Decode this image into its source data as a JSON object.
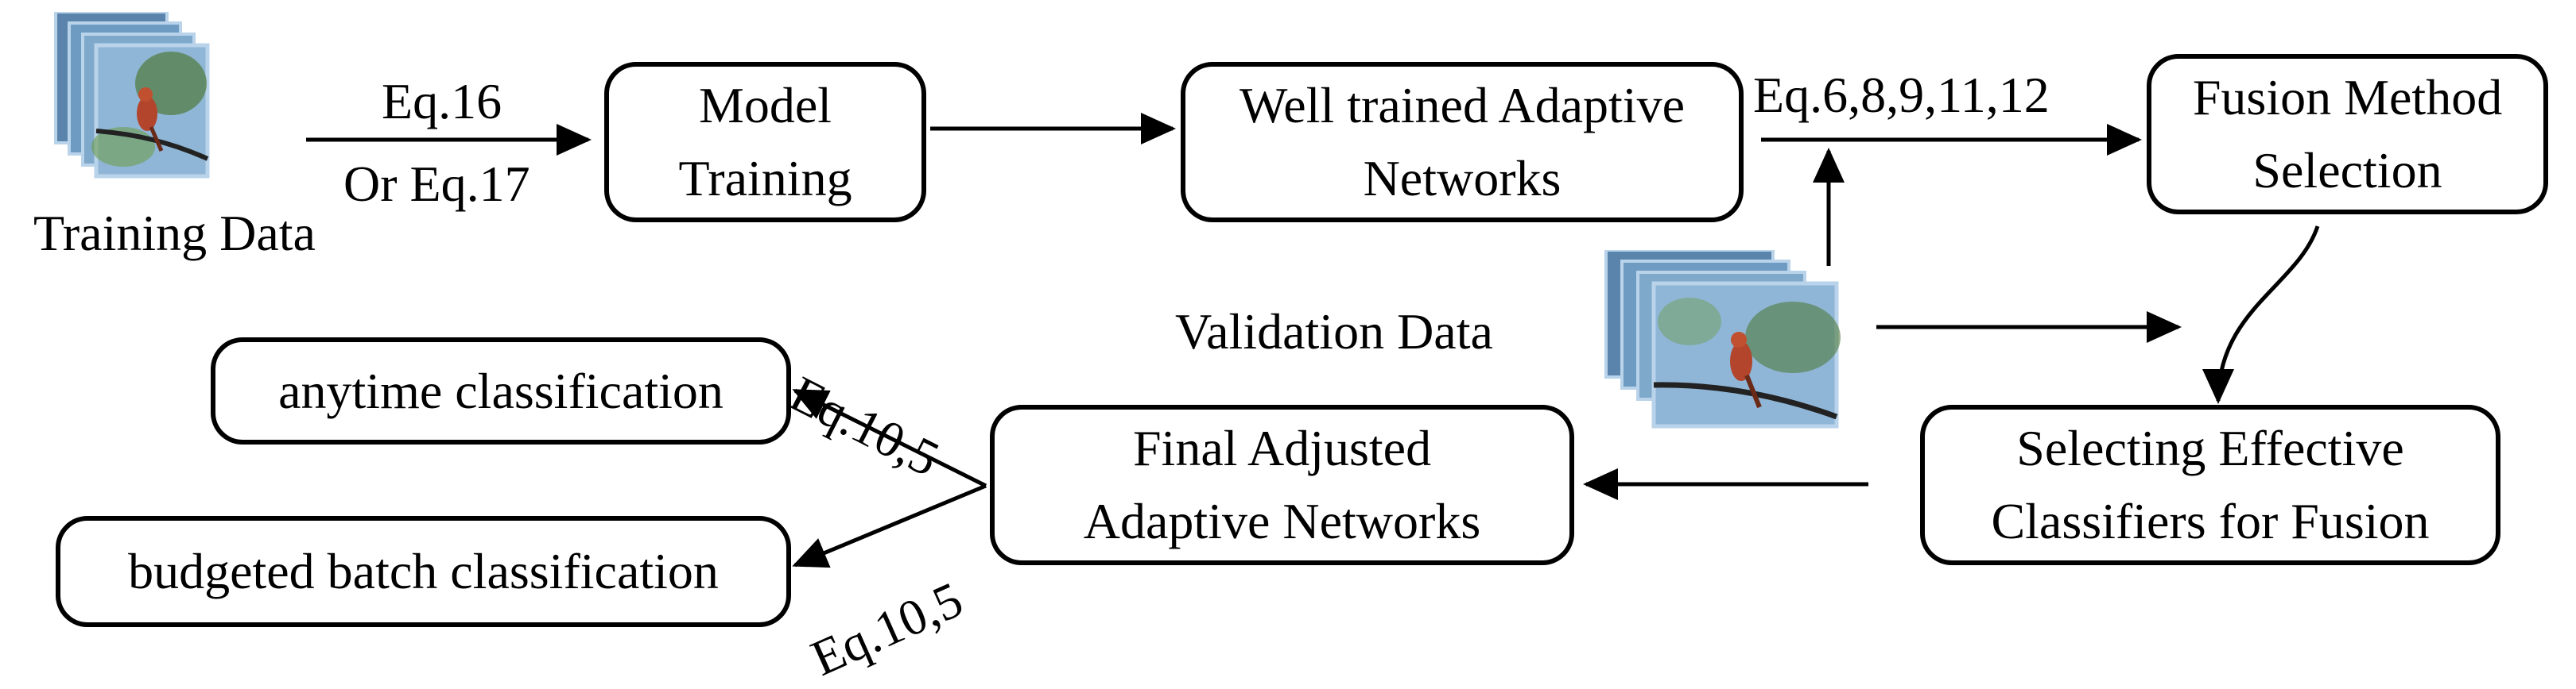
{
  "labels": {
    "training_data": "Training Data",
    "eq16": "Eq.16",
    "or_eq17": "Or Eq.17",
    "eq_list": "Eq.6,8,9,11,12",
    "validation_data": "Validation Data",
    "eq10_5_top": "Eq.10,5",
    "eq10_5_bottom": "Eq.10,5"
  },
  "boxes": {
    "model_training": [
      "Model",
      "Training"
    ],
    "well_trained": [
      "Well trained Adaptive",
      "Networks"
    ],
    "fusion_method": [
      "Fusion Method",
      "Selection"
    ],
    "selecting_effective": [
      "Selecting Effective",
      "Classifiers for Fusion"
    ],
    "final_adjusted": [
      "Final Adjusted",
      "Adaptive Networks"
    ],
    "anytime": "anytime classification",
    "budgeted": "budgeted batch classification"
  },
  "colors": {
    "stroke": "#000000",
    "thumb_border": "#b9d3ea",
    "thumb_sky": "#7da7c9",
    "thumb_leaf": "#4f7a3a",
    "bird": "#b2452c"
  },
  "icons": {
    "training": "bird-image-stack-icon",
    "validation": "bird-image-stack-icon"
  }
}
